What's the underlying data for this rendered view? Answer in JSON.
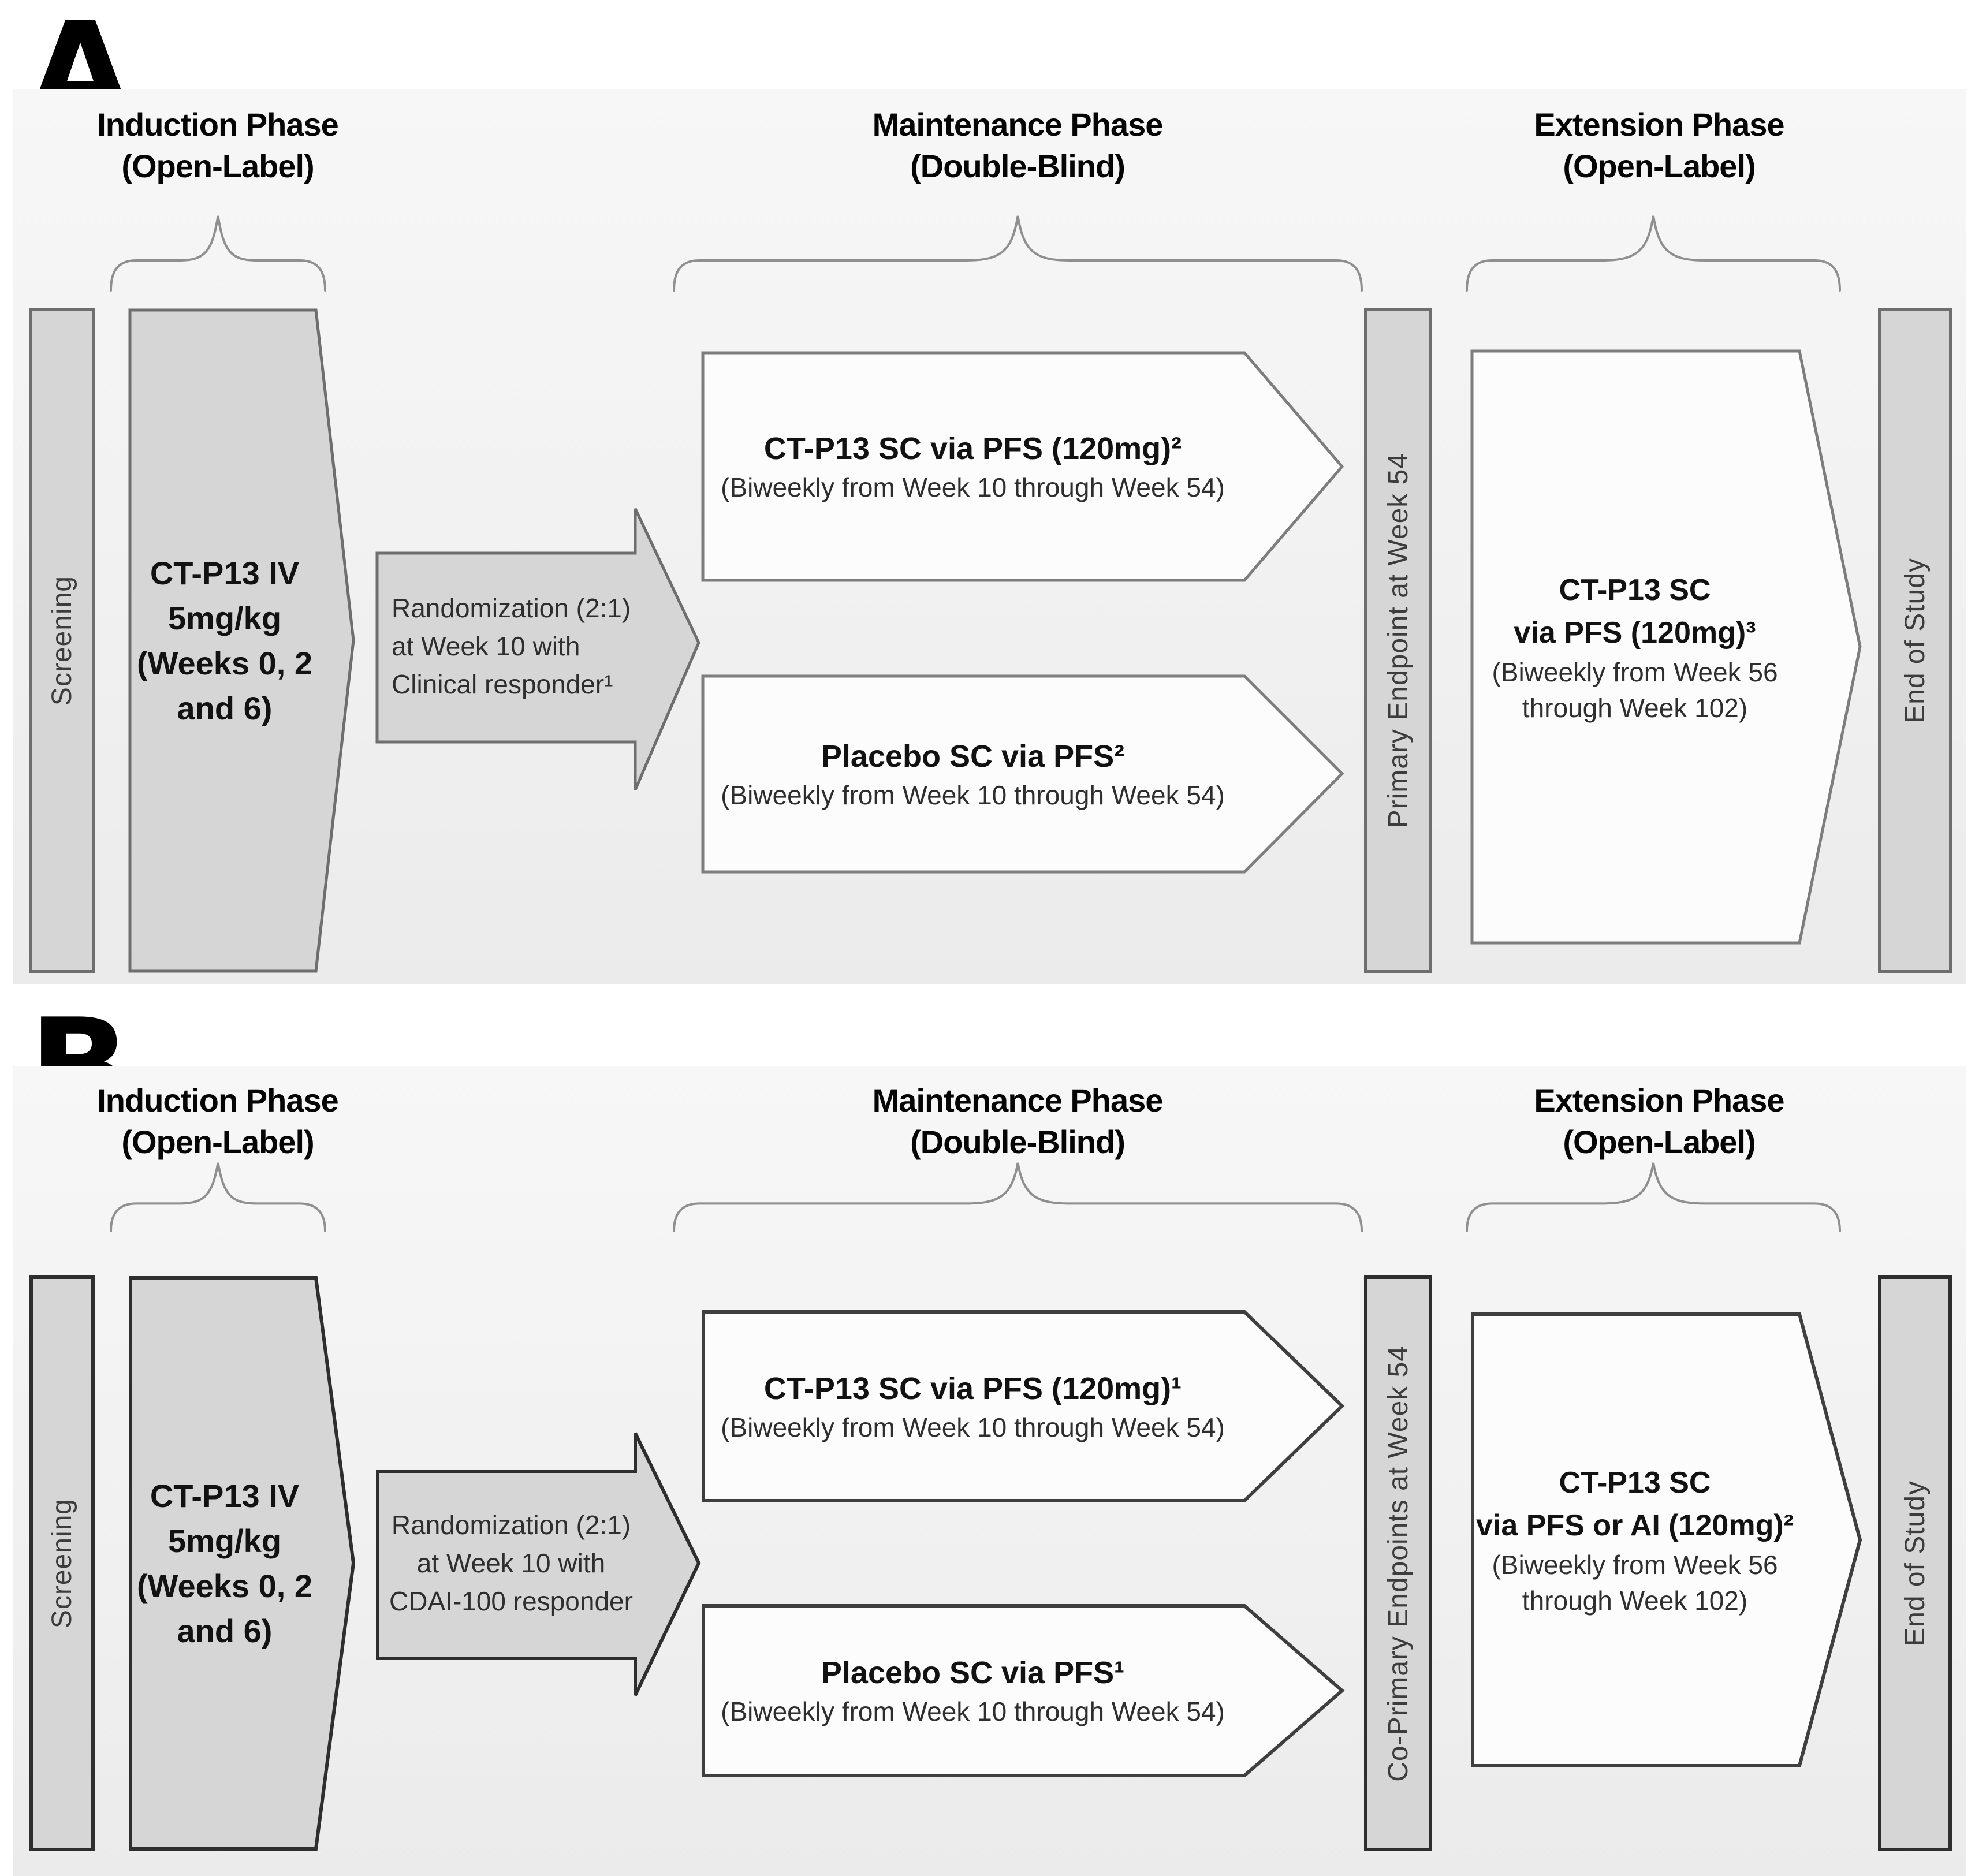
{
  "colors": {
    "panel_bg_top": "#f7f7f7",
    "panel_bg_bottom": "#ebebeb",
    "box_fill": "#d6d6d6",
    "border_a": "#6e6e6e",
    "border_b": "#2e2e2e",
    "arrow_fill": "#fcfcfc",
    "arrow_border_a": "#7d7d7d",
    "arrow_border_b": "#3f3f3f",
    "brace": "#8f8f8f",
    "text_dark": "#121212",
    "text_mid": "#2e2e2e",
    "bar_text": "#3c3c3c"
  },
  "panels": [
    {
      "label": "A",
      "phase_headers": [
        {
          "name": "Induction Phase",
          "sub": "(Open-Label)"
        },
        {
          "name": "Maintenance Phase",
          "sub": "(Double-Blind)"
        },
        {
          "name": "Extension Phase",
          "sub": "(Open-Label)"
        }
      ],
      "screening_label": "Screening",
      "induction_box_lines": [
        "CT-P13 IV",
        "5mg/kg",
        "(Weeks 0, 2",
        "and 6)"
      ],
      "randomization_lines": [
        "Randomization (2:1)",
        "at Week 10 with",
        "Clinical responder¹"
      ],
      "arms": [
        {
          "title": "CT-P13 SC via PFS (120mg)²",
          "subtitle": "(Biweekly from Week 10 through Week 54)"
        },
        {
          "title": "Placebo SC via PFS²",
          "subtitle": "(Biweekly from Week 10 through Week 54)"
        }
      ],
      "endpoint_bar_label": "Primary Endpoint at Week 54",
      "extension_lines": [
        "CT-P13 SC",
        "via PFS (120mg)³",
        "(Biweekly from Week 56",
        "through Week 102)"
      ],
      "end_of_study_label": "End of Study"
    },
    {
      "label": "B",
      "phase_headers": [
        {
          "name": "Induction Phase",
          "sub": "(Open-Label)"
        },
        {
          "name": "Maintenance Phase",
          "sub": "(Double-Blind)"
        },
        {
          "name": "Extension Phase",
          "sub": "(Open-Label)"
        }
      ],
      "screening_label": "Screening",
      "induction_box_lines": [
        "CT-P13 IV",
        "5mg/kg",
        "(Weeks 0, 2",
        "and 6)"
      ],
      "randomization_lines": [
        "Randomization (2:1)",
        "at Week 10 with",
        "CDAI-100 responder"
      ],
      "arms": [
        {
          "title": "CT-P13 SC via PFS (120mg)¹",
          "subtitle": "(Biweekly from Week 10 through Week 54)"
        },
        {
          "title": "Placebo SC via PFS¹",
          "subtitle": "(Biweekly from Week 10 through Week 54)"
        }
      ],
      "endpoint_bar_label": "Co-Primary Endpoints at Week 54",
      "extension_lines": [
        "CT-P13 SC",
        "via PFS or AI (120mg)²",
        "(Biweekly from Week 56",
        "through Week 102)"
      ],
      "end_of_study_label": "End of Study"
    }
  ]
}
